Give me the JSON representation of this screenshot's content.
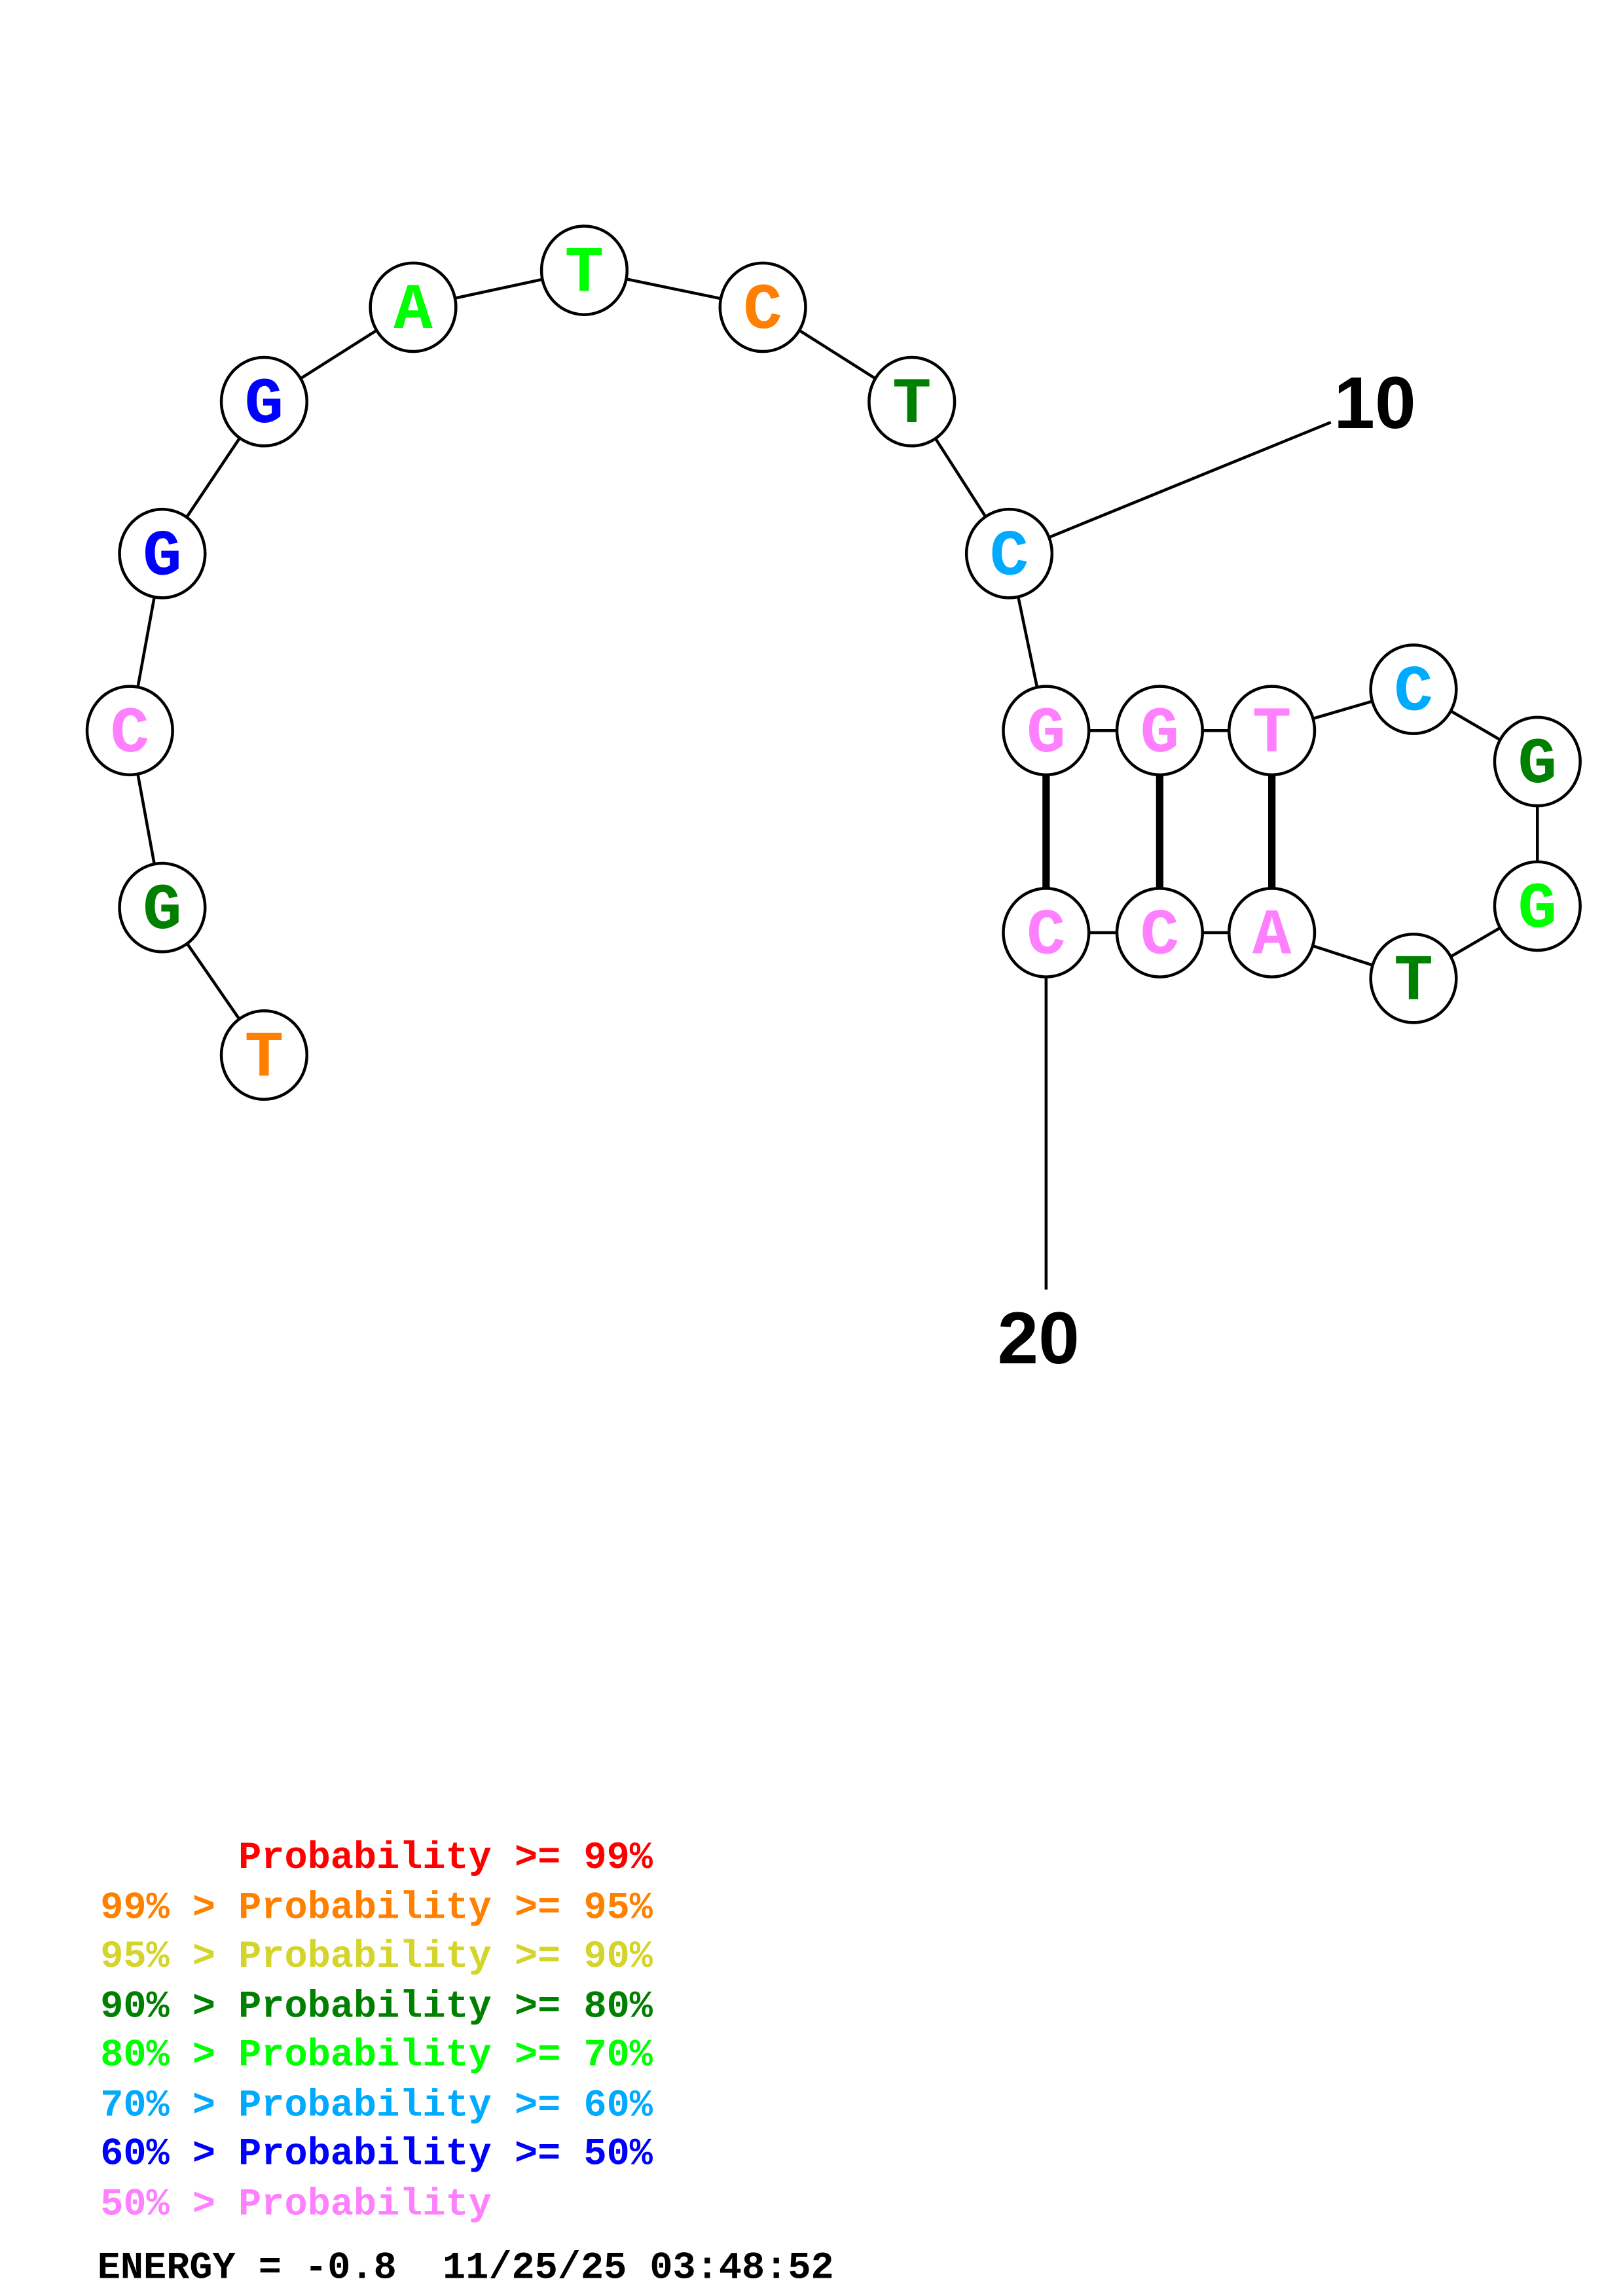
{
  "structure": {
    "sequence": [
      {
        "n": 1,
        "base": "T",
        "color": "#ff8000"
      },
      {
        "n": 2,
        "base": "G",
        "color": "#008000"
      },
      {
        "n": 3,
        "base": "C",
        "color": "#ff80ff"
      },
      {
        "n": 4,
        "base": "G",
        "color": "#0000ff"
      },
      {
        "n": 5,
        "base": "G",
        "color": "#0000ff"
      },
      {
        "n": 6,
        "base": "A",
        "color": "#00ff00"
      },
      {
        "n": 7,
        "base": "T",
        "color": "#00ff00"
      },
      {
        "n": 8,
        "base": "C",
        "color": "#ff8000"
      },
      {
        "n": 9,
        "base": "T",
        "color": "#008000"
      },
      {
        "n": 10,
        "base": "C",
        "color": "#00aaff"
      },
      {
        "n": 11,
        "base": "G",
        "color": "#ff80ff"
      },
      {
        "n": 12,
        "base": "G",
        "color": "#ff80ff"
      },
      {
        "n": 13,
        "base": "T",
        "color": "#ff80ff"
      },
      {
        "n": 14,
        "base": "C",
        "color": "#00aaff"
      },
      {
        "n": 15,
        "base": "G",
        "color": "#008000"
      },
      {
        "n": 16,
        "base": "G",
        "color": "#00ff00"
      },
      {
        "n": 17,
        "base": "T",
        "color": "#008000"
      },
      {
        "n": 18,
        "base": "A",
        "color": "#ff80ff"
      },
      {
        "n": 19,
        "base": "C",
        "color": "#ff80ff"
      },
      {
        "n": 20,
        "base": "C",
        "color": "#ff80ff"
      }
    ],
    "pairs": [
      [
        11,
        20
      ],
      [
        12,
        19
      ],
      [
        13,
        18
      ]
    ],
    "index_labels": [
      {
        "n": 10,
        "text": "10"
      },
      {
        "n": 20,
        "text": "20"
      }
    ]
  },
  "legend": [
    {
      "text": "      Probability >= 99%",
      "color": "#ff0000"
    },
    {
      "text": "99% > Probability >= 95%",
      "color": "#ff8000"
    },
    {
      "text": "95% > Probability >= 90%",
      "color": "#d4d42a"
    },
    {
      "text": "90% > Probability >= 80%",
      "color": "#008000"
    },
    {
      "text": "80% > Probability >= 70%",
      "color": "#00ff00"
    },
    {
      "text": "70% > Probability >= 60%",
      "color": "#00aaff"
    },
    {
      "text": "60% > Probability >= 50%",
      "color": "#0000ff"
    },
    {
      "text": "50% > Probability",
      "color": "#ff80ff"
    }
  ],
  "footer": {
    "energy": "ENERGY = -0.8  11/25/25 03:48:52"
  }
}
